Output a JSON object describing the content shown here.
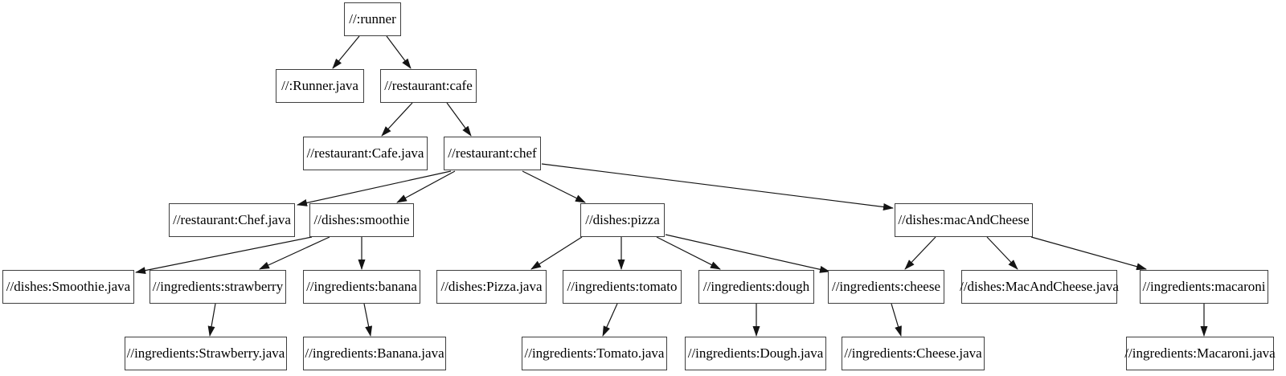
{
  "diagram": {
    "type": "dependency-graph",
    "colors": {
      "background": "#ffffff",
      "node_border": "#3f3f3f",
      "node_fill": "#ffffff",
      "edge": "#141414",
      "text": "#000000"
    },
    "nodes": {
      "runner": {
        "label": "//:runner"
      },
      "runner_java": {
        "label": "//:Runner.java"
      },
      "cafe": {
        "label": "//restaurant:cafe"
      },
      "cafe_java": {
        "label": "//restaurant:Cafe.java"
      },
      "chef": {
        "label": "//restaurant:chef"
      },
      "chef_java": {
        "label": "//restaurant:Chef.java"
      },
      "smoothie": {
        "label": "//dishes:smoothie"
      },
      "pizza": {
        "label": "//dishes:pizza"
      },
      "macandcheese": {
        "label": "//dishes:macAndCheese"
      },
      "smoothie_java": {
        "label": "//dishes:Smoothie.java"
      },
      "strawberry": {
        "label": "//ingredients:strawberry"
      },
      "banana": {
        "label": "//ingredients:banana"
      },
      "pizza_java": {
        "label": "//dishes:Pizza.java"
      },
      "tomato": {
        "label": "//ingredients:tomato"
      },
      "dough": {
        "label": "//ingredients:dough"
      },
      "cheese": {
        "label": "//ingredients:cheese"
      },
      "macandcheese_java": {
        "label": "//dishes:MacAndCheese.java"
      },
      "macaroni": {
        "label": "//ingredients:macaroni"
      },
      "strawberry_java": {
        "label": "//ingredients:Strawberry.java"
      },
      "banana_java": {
        "label": "//ingredients:Banana.java"
      },
      "tomato_java": {
        "label": "//ingredients:Tomato.java"
      },
      "dough_java": {
        "label": "//ingredients:Dough.java"
      },
      "cheese_java": {
        "label": "//ingredients:Cheese.java"
      },
      "macaroni_java": {
        "label": "//ingredients:Macaroni.java"
      }
    },
    "edges": [
      {
        "from": "runner",
        "to": "runner_java"
      },
      {
        "from": "runner",
        "to": "cafe"
      },
      {
        "from": "cafe",
        "to": "cafe_java"
      },
      {
        "from": "cafe",
        "to": "chef"
      },
      {
        "from": "chef",
        "to": "chef_java"
      },
      {
        "from": "chef",
        "to": "smoothie"
      },
      {
        "from": "chef",
        "to": "pizza"
      },
      {
        "from": "chef",
        "to": "macandcheese"
      },
      {
        "from": "smoothie",
        "to": "smoothie_java"
      },
      {
        "from": "smoothie",
        "to": "strawberry"
      },
      {
        "from": "smoothie",
        "to": "banana"
      },
      {
        "from": "strawberry",
        "to": "strawberry_java"
      },
      {
        "from": "banana",
        "to": "banana_java"
      },
      {
        "from": "pizza",
        "to": "pizza_java"
      },
      {
        "from": "pizza",
        "to": "tomato"
      },
      {
        "from": "pizza",
        "to": "dough"
      },
      {
        "from": "pizza",
        "to": "cheese"
      },
      {
        "from": "macandcheese",
        "to": "cheese"
      },
      {
        "from": "macandcheese",
        "to": "macandcheese_java"
      },
      {
        "from": "macandcheese",
        "to": "macaroni"
      },
      {
        "from": "tomato",
        "to": "tomato_java"
      },
      {
        "from": "dough",
        "to": "dough_java"
      },
      {
        "from": "cheese",
        "to": "cheese_java"
      },
      {
        "from": "macaroni",
        "to": "macaroni_java"
      }
    ]
  }
}
